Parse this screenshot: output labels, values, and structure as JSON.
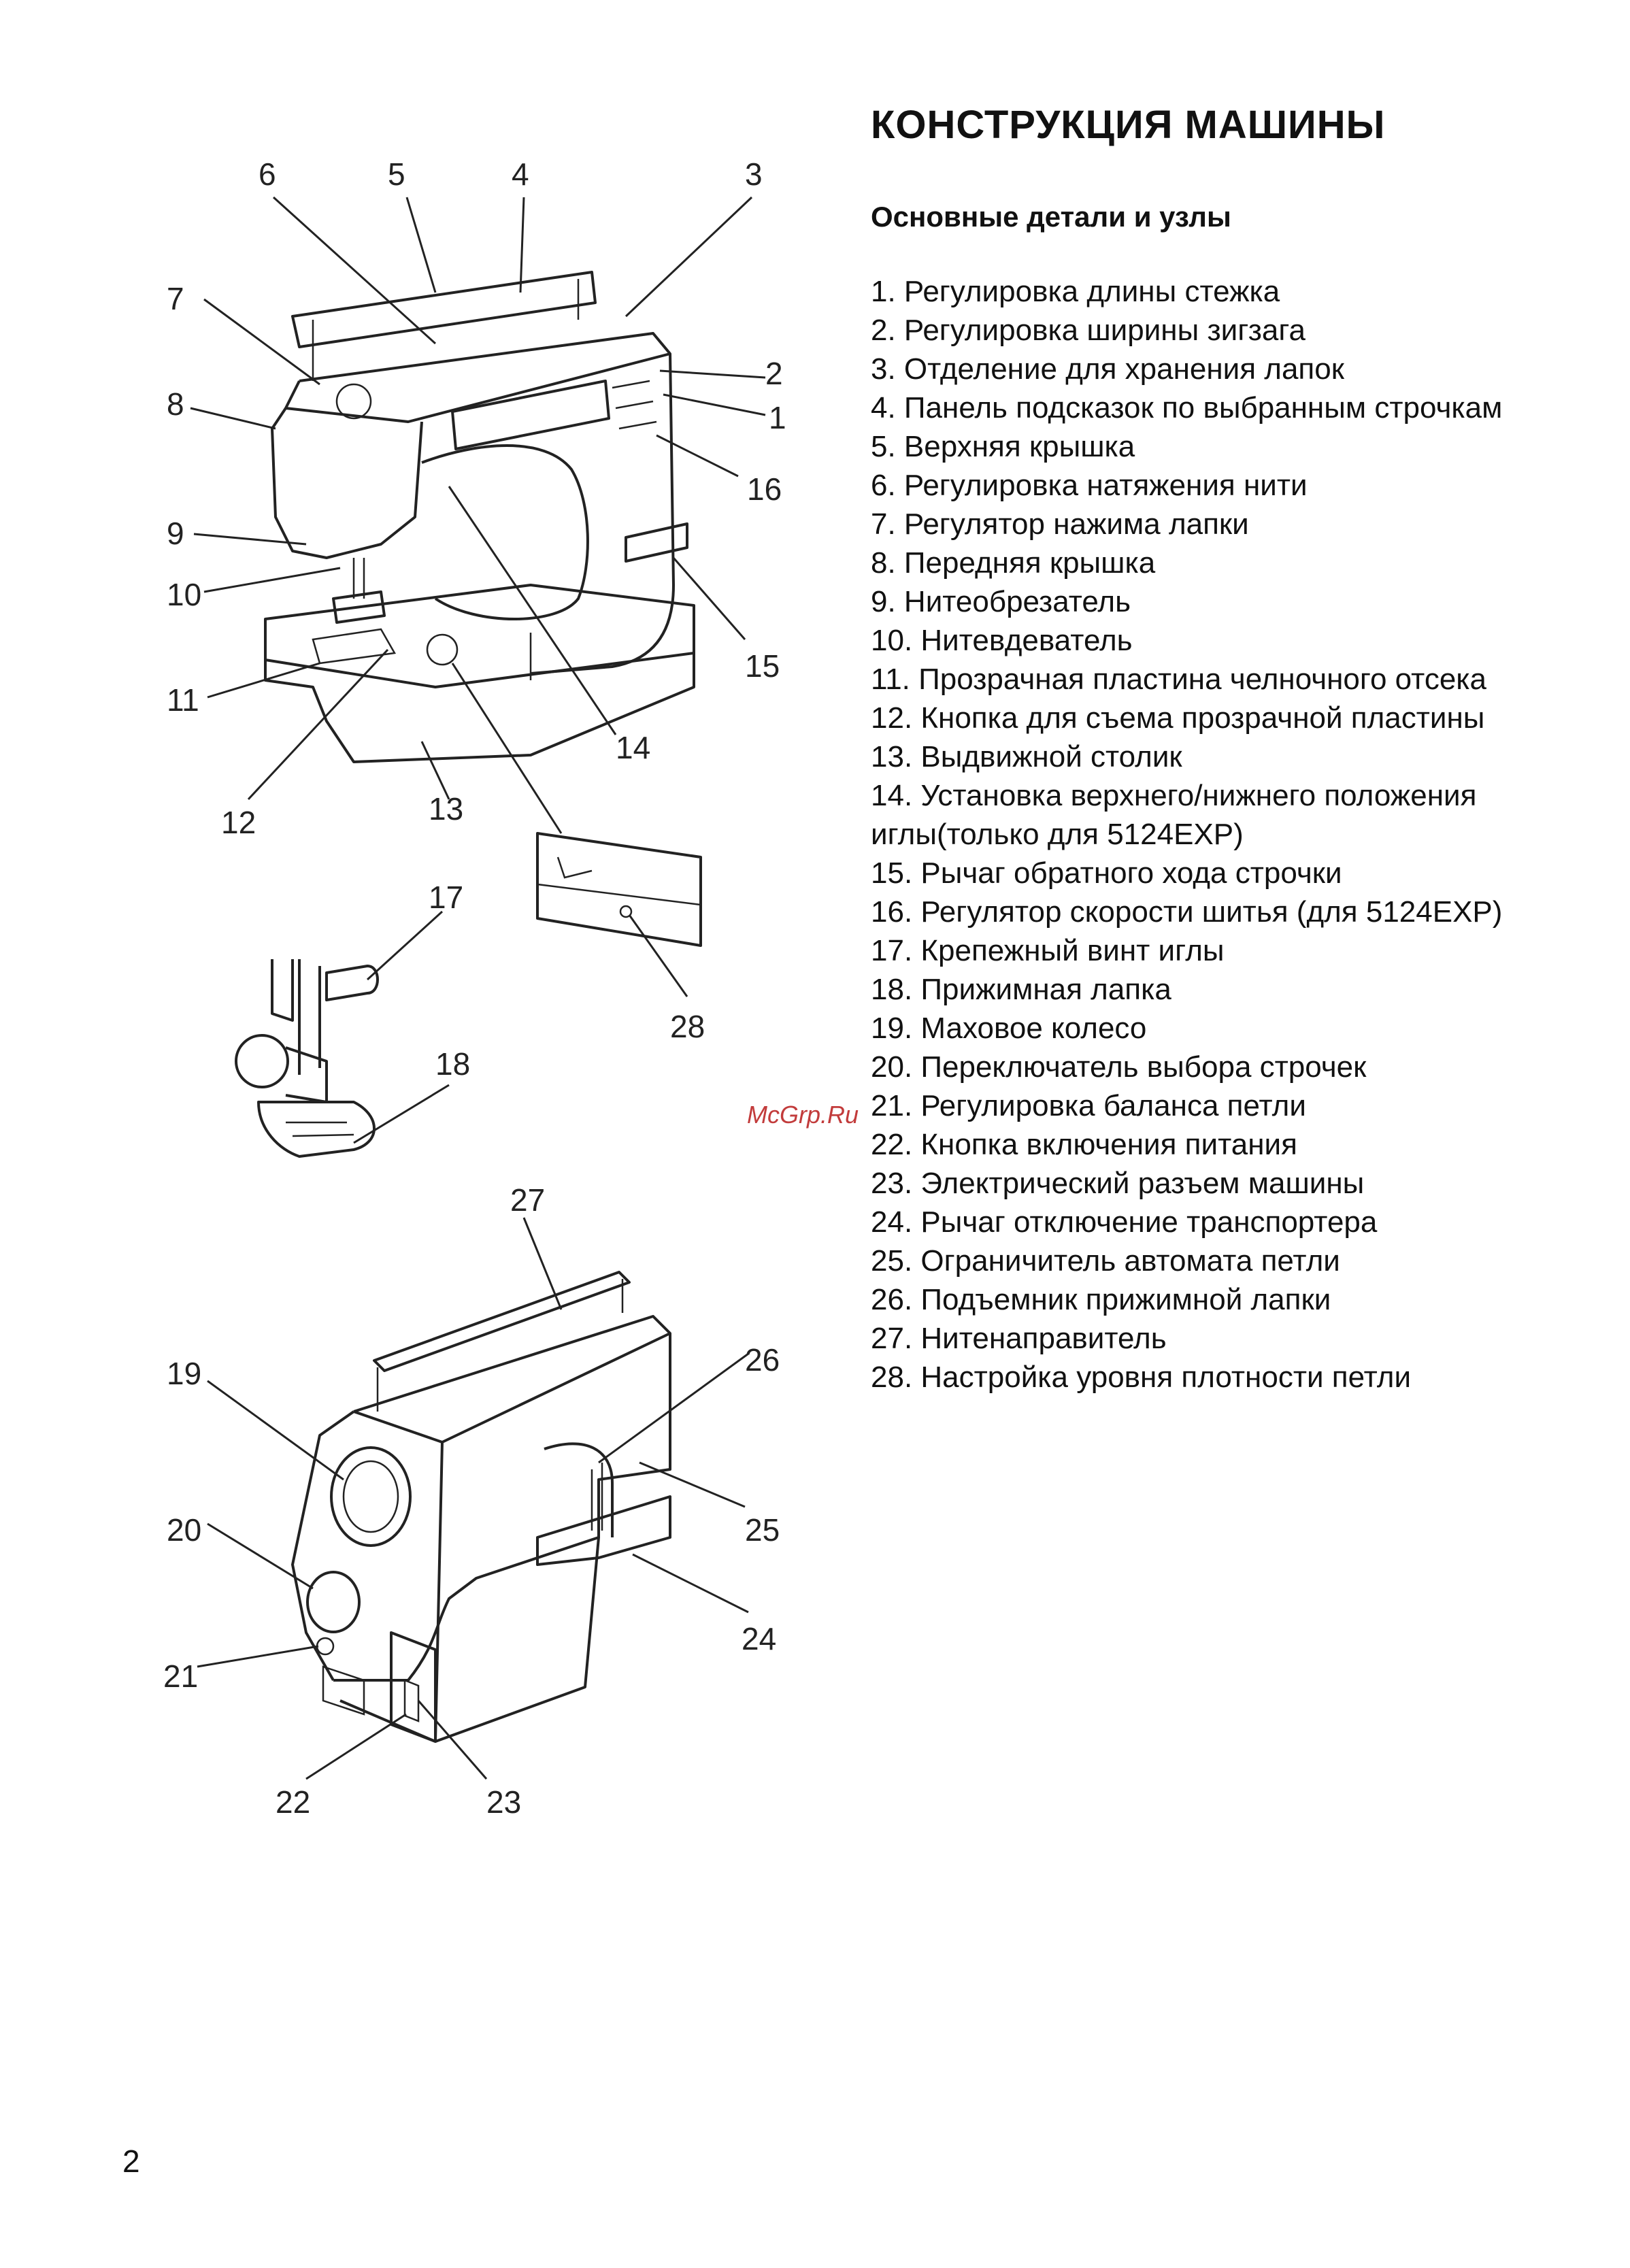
{
  "title": "КОНСТРУКЦИЯ МАШИНЫ",
  "subtitle": "Основные детали и узлы",
  "parts": [
    "1. Регулировка длины стежка",
    "2. Регулировка ширины зигзага",
    "3. Отделение для хранения лапок",
    "4. Панель подсказок по выбранным строчкам",
    "5. Верхняя крышка",
    "6. Регулировка натяжения нити",
    "7. Регулятор нажима лапки",
    "8. Передняя крышка",
    "9. Нитеобрезатель",
    "10. Нитевдеватель",
    "11. Прозрачная пластина челночного отсека",
    "12. Кнопка для съема прозрачной пластины",
    "13. Выдвижной столик",
    "14. Установка верхнего/нижнего положения иглы(только для 5124EXP)",
    "15. Рычаг обратного хода строчки",
    "16. Регулятор  скорости  шитья (для 5124EXP)",
    "17. Крепежный винт иглы",
    "18. Прижимная лапка",
    "19. Маховое колесо",
    "20. Переключатель выбора строчек",
    "21. Регулировка баланса петли",
    "22. Кнопка включения питания",
    "23. Электрический разъем машины",
    "24. Рычаг отключение транспортера",
    "25. Ограничитель автомата петли",
    "26. Подъемник прижимной лапки",
    "27. Нитенаправитель",
    "28. Настройка уровня плотности петли"
  ],
  "callouts": {
    "c1": "1",
    "c2": "2",
    "c3": "3",
    "c4": "4",
    "c5": "5",
    "c6": "6",
    "c7": "7",
    "c8": "8",
    "c9": "9",
    "c10": "10",
    "c11": "11",
    "c12": "12",
    "c13": "13",
    "c14": "14",
    "c15": "15",
    "c16": "16",
    "c17": "17",
    "c18": "18",
    "c19": "19",
    "c20": "20",
    "c21": "21",
    "c22": "22",
    "c23": "23",
    "c24": "24",
    "c25": "25",
    "c26": "26",
    "c27": "27",
    "c28": "28"
  },
  "watermark": "McGrp.Ru",
  "page_number": "2"
}
